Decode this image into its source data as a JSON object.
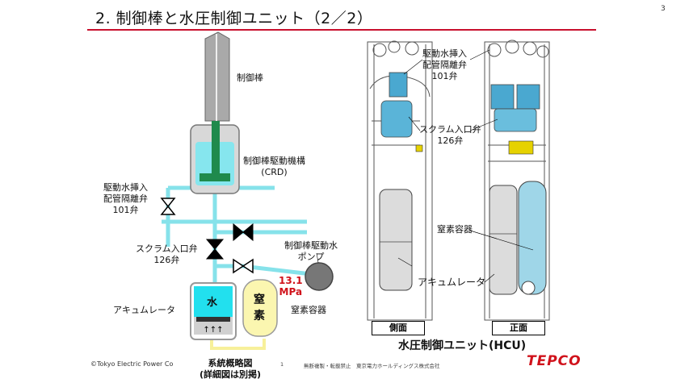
{
  "title": "2. 制御棒と水圧制御ユニット（2／2）",
  "page_number": "3",
  "schematic": {
    "control_rod": "制御棒",
    "crd_line1": "制御棒駆動機構",
    "crd_line2": "(CRD)",
    "isolation_valve_line1": "駆動水挿入",
    "isolation_valve_line2": "配管隔離弁",
    "isolation_valve_line3": "101弁",
    "scram_valve_line1": "スクラム入口弁",
    "scram_valve_line2": "126弁",
    "pump_line1": "制御棒駆動水",
    "pump_line2": "ポンプ",
    "pressure_value": "13.1",
    "pressure_unit": "MPa",
    "water": "水",
    "nitrogen_line1": "窒",
    "nitrogen_line2": "素",
    "accumulator": "アキュムレータ",
    "nitrogen_container": "窒素容器",
    "caption_line1": "系統概略図",
    "caption_line2": "(詳細図は別掲)"
  },
  "hcu": {
    "isolation_valve_line1": "駆動水挿入",
    "isolation_valve_line2": "配管隔離弁",
    "isolation_valve_line3": "101弁",
    "scram_valve_line1": "スクラム入口弁",
    "scram_valve_line2": "126弁",
    "nitrogen_container": "窒素容器",
    "accumulator": "アキュムレータ",
    "side_view": "側面",
    "front_view": "正面",
    "title": "水圧制御ユニット(HCU)"
  },
  "footer": {
    "copyright": "©Tokyo Electric Power Co",
    "slide_number": "1",
    "notice": "無断複製・転載禁止　東京電力ホールディングス株式会社",
    "logo": "TEPCO"
  },
  "colors": {
    "accent_red": "#c8102e",
    "pipe_cyan": "#7fe3ea",
    "water_cyan": "#22e0ee",
    "crd_green": "#1f8a4c",
    "nitrogen_yellow": "#fbf6b0",
    "hcu_blue": "#9fd6e8"
  }
}
